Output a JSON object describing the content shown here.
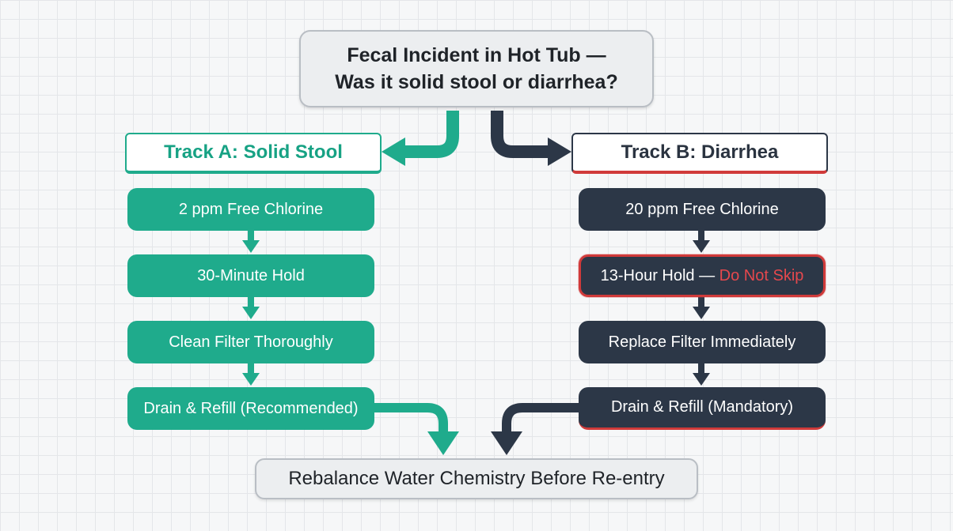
{
  "colors": {
    "track_a": "#1fab8c",
    "track_b": "#2c3747",
    "alert": "#e5484d",
    "neutral_box": "#eceef0"
  },
  "question": {
    "line1": "Fecal Incident in Hot Tub —",
    "line2": "Was it solid stool or diarrhea?"
  },
  "track_a": {
    "title": "Track A: Solid Stool",
    "steps": [
      "2 ppm Free Chlorine",
      "30-Minute Hold",
      "Clean Filter Thoroughly",
      "Drain & Refill (Recommended)"
    ]
  },
  "track_b": {
    "title": "Track B: Diarrhea",
    "steps": [
      "20 ppm Free Chlorine",
      "13-Hour Hold — ",
      "Replace Filter Immediately",
      "Drain & Refill (Mandatory)"
    ],
    "warning": "Do Not Skip"
  },
  "final": {
    "label": "Rebalance Water Chemistry Before Re-entry"
  }
}
